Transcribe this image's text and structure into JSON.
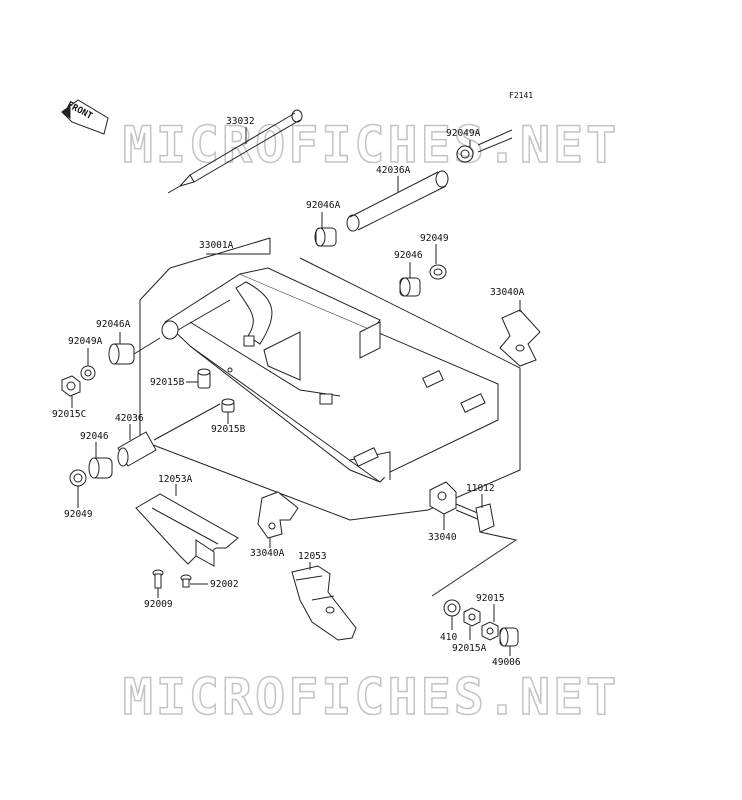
{
  "figure_code": "F2141",
  "front_label": "FRONT",
  "watermark": "MICROFICHES.NET",
  "parts": [
    {
      "id": "p-33032",
      "text": "33032"
    },
    {
      "id": "p-92049A-top",
      "text": "92049A"
    },
    {
      "id": "p-42036A",
      "text": "42036A"
    },
    {
      "id": "p-92046A-top",
      "text": "92046A"
    },
    {
      "id": "p-33001A",
      "text": "33001A"
    },
    {
      "id": "p-92049-top",
      "text": "92049"
    },
    {
      "id": "p-92046-top",
      "text": "92046"
    },
    {
      "id": "p-33040A-right",
      "text": "33040A"
    },
    {
      "id": "p-92046A-left",
      "text": "92046A"
    },
    {
      "id": "p-92049A-left",
      "text": "92049A"
    },
    {
      "id": "p-92015B-1",
      "text": "92015B"
    },
    {
      "id": "p-92015C",
      "text": "92015C"
    },
    {
      "id": "p-42036",
      "text": "42036"
    },
    {
      "id": "p-92015B-2",
      "text": "92015B"
    },
    {
      "id": "p-92046-left",
      "text": "92046"
    },
    {
      "id": "p-92049-left",
      "text": "92049"
    },
    {
      "id": "p-12053A",
      "text": "12053A"
    },
    {
      "id": "p-11012",
      "text": "11012"
    },
    {
      "id": "p-33040",
      "text": "33040"
    },
    {
      "id": "p-33040A-mid",
      "text": "33040A"
    },
    {
      "id": "p-12053",
      "text": "12053"
    },
    {
      "id": "p-92002",
      "text": "92002"
    },
    {
      "id": "p-92009",
      "text": "92009"
    },
    {
      "id": "p-92015",
      "text": "92015"
    },
    {
      "id": "p-410",
      "text": "410"
    },
    {
      "id": "p-92015A",
      "text": "92015A"
    },
    {
      "id": "p-49006",
      "text": "49006"
    }
  ]
}
